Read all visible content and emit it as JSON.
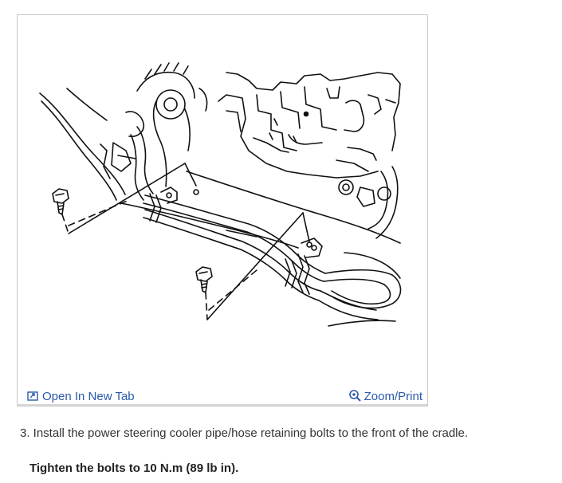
{
  "figure": {
    "diagram_name": "power-steering-cooler-pipe-diagram",
    "toolbar": {
      "open_new_tab_label": "Open In New Tab",
      "zoom_print_label": "Zoom/Print",
      "link_color": "#2a5aa8"
    }
  },
  "instructions": {
    "step_text": "3. Install the power steering cooler pipe/hose retaining bolts to the front of the cradle.",
    "note_text": "Tighten the bolts to 10 N.m (89 lb in)."
  }
}
